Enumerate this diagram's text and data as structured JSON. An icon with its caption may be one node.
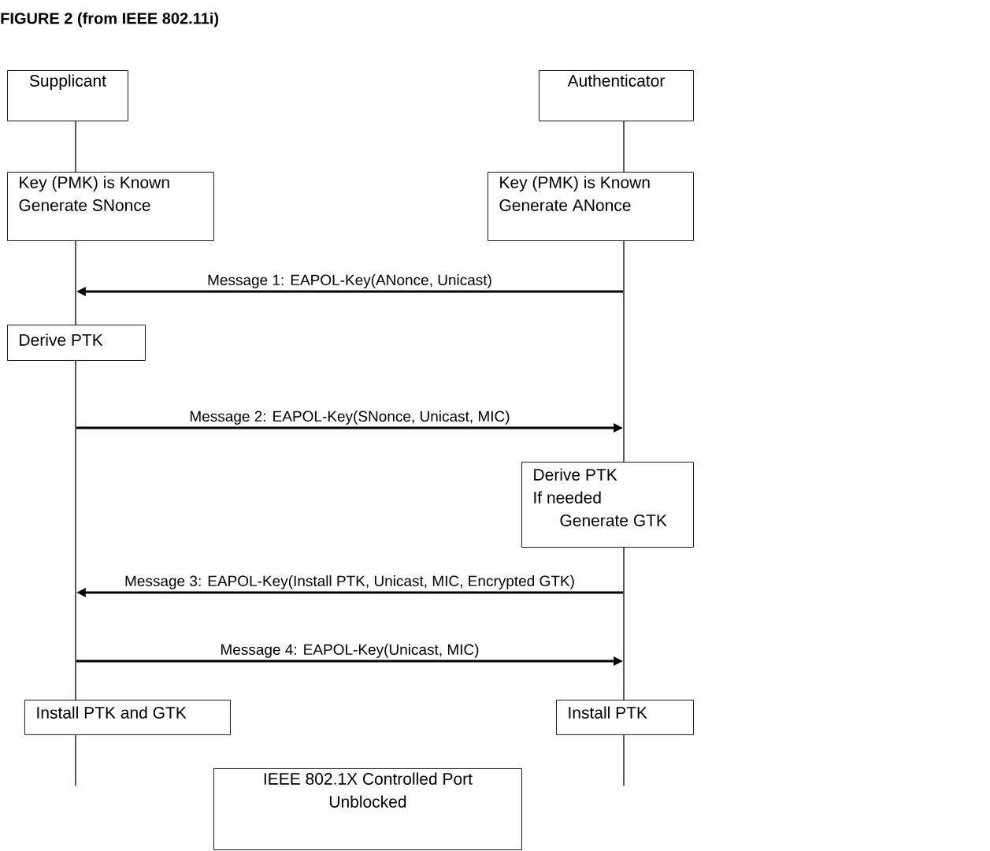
{
  "diagram": {
    "title": "FIGURE 2 (from IEEE 802.11i)",
    "nodes": [
      {
        "text": [
          "Supplicant"
        ]
      },
      {
        "text": [
          "Authenticator"
        ]
      },
      {
        "text": [
          "Key (PMK) is Known",
          "Generate SNonce"
        ]
      },
      {
        "text": [
          "Key (PMK) is Known",
          "Generate ANonce"
        ]
      },
      {
        "text": [
          "Derive PTK"
        ]
      },
      {
        "text": [
          "Derive PTK",
          "If needed",
          "Generate GTK"
        ]
      },
      {
        "text": [
          "Install PTK and GTK"
        ]
      },
      {
        "text": [
          "Install PTK"
        ]
      },
      {
        "text": [
          "IEEE 802.1X Controlled Port Unblocked"
        ]
      },
      {
        "text": [],
        "shape": "bar"
      },
      {
        "text": [],
        "shape": "bar"
      }
    ],
    "edges": [
      {
        "from": 10,
        "to": 9,
        "arrow": "to",
        "label": "Message 1: EAPOL-Key(ANonce, Unicast)"
      },
      {
        "from": 9,
        "to": 10,
        "arrow": "to",
        "label": "Message 2: EAPOL-Key(SNonce, Unicast, MIC)"
      },
      {
        "from": 10,
        "to": 9,
        "arrow": "to",
        "label": "Message 3: EAPOL-Key(Install PTK, Unicast, MIC, Encrypted GTK)"
      },
      {
        "from": 9,
        "to": 10,
        "arrow": "to",
        "label": "Message 4: EAPOL-Key(Unicast, MIC)"
      }
    ]
  }
}
